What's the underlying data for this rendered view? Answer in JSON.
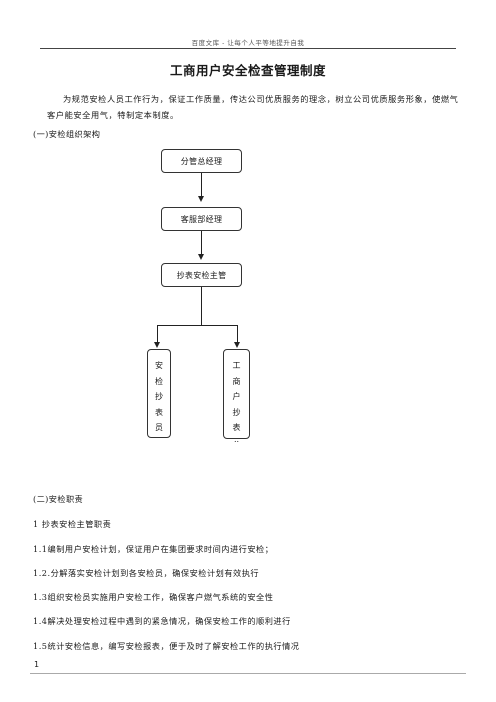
{
  "header": {
    "text": "百度文库 - 让每个人平等地提升自我"
  },
  "document": {
    "title": "工商用户安全检查管理制度",
    "intro": "为规范安检人员工作行为，保证工作质量，传达公司优质服务的理念，树立公司优质服务形象，使燃气客户能安全用气，特制定本制度。",
    "section1": "(一)安检组织架构",
    "section2": "(二)安检职责",
    "lines": [
      "1  抄表安检主管职责",
      "1.1编制用户安检计划，保证用户在集团要求时间内进行安检；",
      "1.2.分解落实安检计划到各安检员，确保安检计划有效执行",
      "1.3组织安检员实施用户安检工作，确保客户燃气系统的安全性",
      "1.4解决处理安检过程中遇到的紧急情况，确保安检工作的顺利进行",
      "1.5统计安检信息，编写安检报表，便于及时了解安检工作的执行情况"
    ]
  },
  "org_chart": {
    "level1": "分管总经理",
    "level2": "客服部经理",
    "level3": "抄表安检主管",
    "left_box_chars": [
      "安",
      "检",
      "抄",
      "表",
      "员"
    ],
    "right_box_chars": [
      "工",
      "商",
      "户",
      "抄",
      "表",
      ".."
    ]
  },
  "footer": {
    "page_number": "1"
  }
}
